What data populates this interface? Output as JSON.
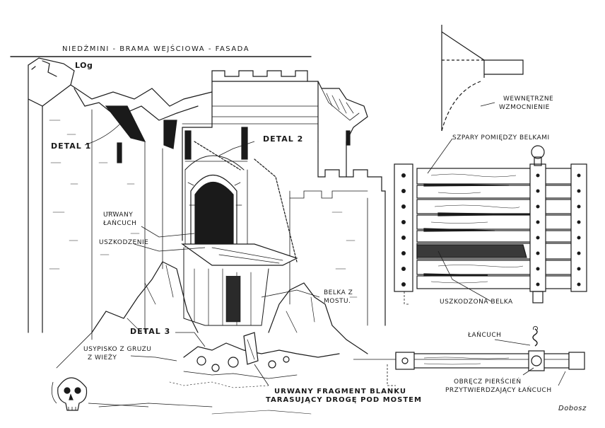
{
  "title": "Niedźmini - brama wejściowa - fasada",
  "subtitle": "LOg",
  "labels": {
    "detal1": "Detal 1",
    "detal2": "Detal 2",
    "detal3": "Detal 3",
    "urwany_lancuch_1": "Urwany",
    "urwany_lancuch_2": "łańcuch",
    "uszkodzenie": "Uszkodzenie",
    "belka_mostu_1": "Belka z",
    "belka_mostu_2": "mostu.",
    "usypisko_1": "Usypisko z gruzu",
    "usypisko_2": "z wieży",
    "urwany_fragment_1": "Urwany fragment blanku",
    "urwany_fragment_2": "tarasujący drogę pod mostem",
    "wewnetrzne_1": "Wewnętrzne",
    "wewnetrzne_2": "wzmocnienie",
    "szpary": "Szpary pomiędzy belkami",
    "uszkodzona_belka": "Uszkodzona belka",
    "lancuch": "Łańcuch",
    "obrecz_1": "Obręcz pierścień",
    "obrecz_2": "przytwierdzający łańcuch",
    "signature": "Dobosz"
  },
  "colors": {
    "ink": "#1a1a1a",
    "paper": "#ffffff",
    "shade": "#2a2a2a"
  }
}
